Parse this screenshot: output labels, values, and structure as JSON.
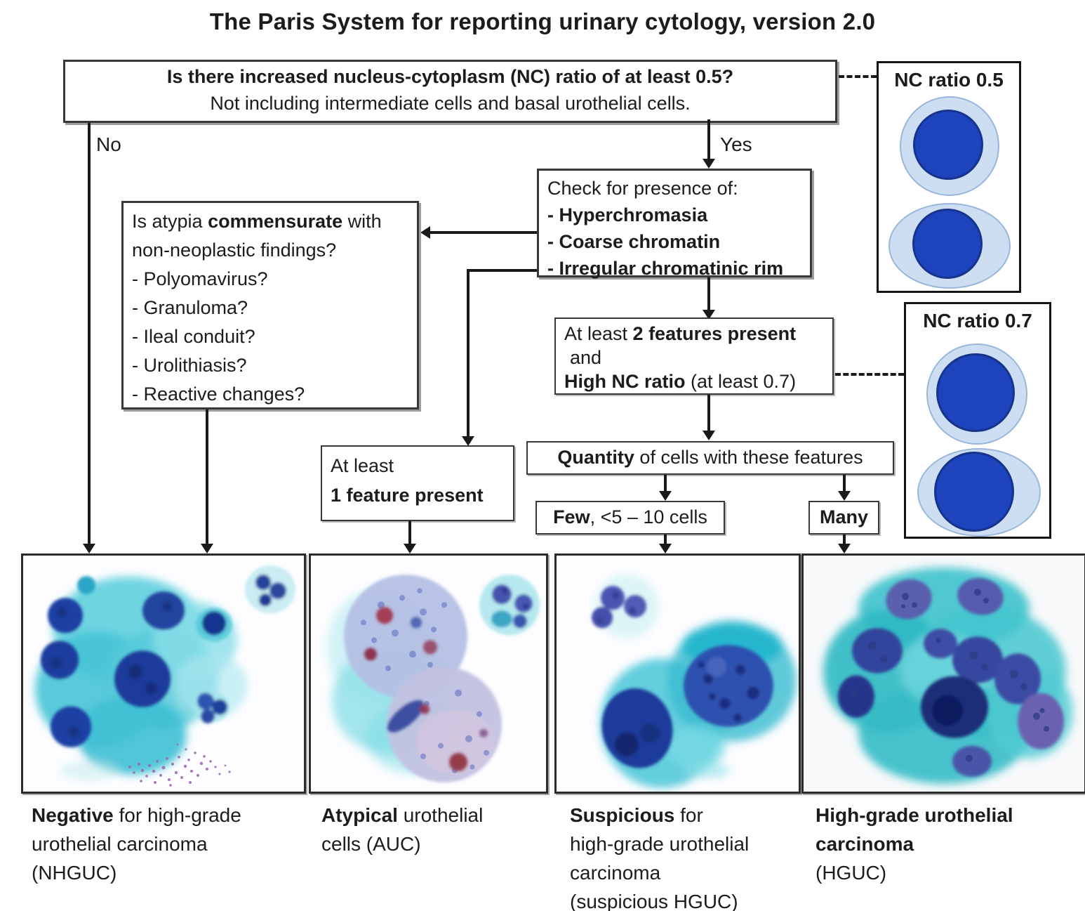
{
  "title": "The Paris System for reporting urinary cytology, version 2.0",
  "flowchart": {
    "nc_question": {
      "line1": "Is there increased nucleus-cytoplasm (NC) ratio of at least 0.5?",
      "line2": "Not including intermediate cells and basal urothelial cells."
    },
    "no_label": "No",
    "yes_label": "Yes",
    "check_box": {
      "intro": "Check for presence of:",
      "item1": "- Hyperchromasia",
      "item2": "- Coarse chromatin",
      "item3": "- Irregular chromatinic rim"
    },
    "atypia_box": {
      "q_pre": "Is atypia ",
      "q_bold": "commensurate",
      "q_post": " with non-neoplastic findings?",
      "item1": "- Polyomavirus?",
      "item2": "- Granuloma?",
      "item3": "- Ileal conduit?",
      "item4": "- Urolithiasis?",
      "item5": "- Reactive changes?"
    },
    "two_features_box": {
      "l1_pre": "At least ",
      "l1_bold": "2 features present",
      "l2": "and",
      "l3_bold": "High NC ratio",
      "l3_post": " (at least 0.7)"
    },
    "one_feature_box": {
      "l1": "At least",
      "l2_bold": "1 feature present"
    },
    "quantity_box": {
      "bold": "Quantity",
      "rest": " of cells with these features"
    },
    "few_box": {
      "bold": "Few",
      "rest": ", <5 – 10 cells"
    },
    "many_box": {
      "bold": "Many"
    }
  },
  "nc_ratio_05": {
    "label": "NC ratio 0.5"
  },
  "nc_ratio_07": {
    "label": "NC ratio 0.7"
  },
  "outcomes": {
    "nhguc": {
      "l1_bold": "Negative",
      "l1_rest": " for high-grade",
      "l2": "urothelial carcinoma",
      "l3": "(NHGUC)"
    },
    "auc": {
      "l1_bold": "Atypical",
      "l1_rest": " urothelial",
      "l2": "cells (AUC)"
    },
    "susp": {
      "l1_bold": "Suspicious",
      "l1_rest": " for",
      "l2": "high-grade urothelial",
      "l3": "carcinoma",
      "l4": "(suspicious HGUC)"
    },
    "hguc": {
      "l1_bold": "High-grade urothelial",
      "l2_bold": "carcinoma",
      "l3": "(HGUC)"
    }
  },
  "colors": {
    "nucleus_blue": "#1d44bc",
    "cytoplasm_light_blue": "#cddef2",
    "micrograph_teal": "#3fc0d4",
    "micrograph_nucleus_blue": "#1e3fa3",
    "line_black": "#1a1a1a",
    "box_border": "#383838"
  }
}
